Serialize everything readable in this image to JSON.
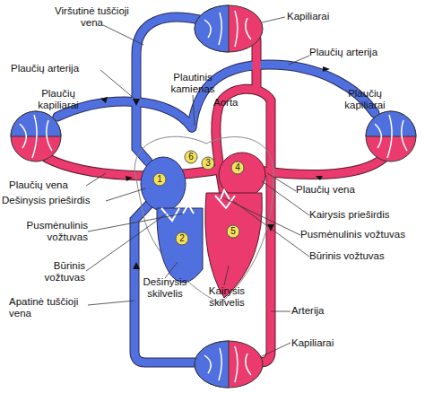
{
  "diagram": {
    "labels": [
      "Viršutinė tuščioji vena",
      "Kapiliarai",
      "Plaučių arterija",
      "Plautinis kamienas",
      "Plaučių arterija",
      "Plaučių kapiliarai",
      "Aorta",
      "Plaučių kapiliarai",
      "Plaučių vena",
      "Dešinysis prieširdis",
      "Plaučių vena",
      "Kairysis prieširdis",
      "Pusmėnulinis vožtuvas",
      "Pusmėnulinis vožtuvas",
      "Būrinis vožtuvas",
      "Būrinis vožtuvas",
      "Dešinysis skilvelis",
      "Kairysis skilvelis",
      "Apatinė tuščioji vena",
      "Arterija",
      "Kapiliarai",
      "6",
      "3",
      "4",
      "1",
      "2",
      "5"
    ]
  }
}
